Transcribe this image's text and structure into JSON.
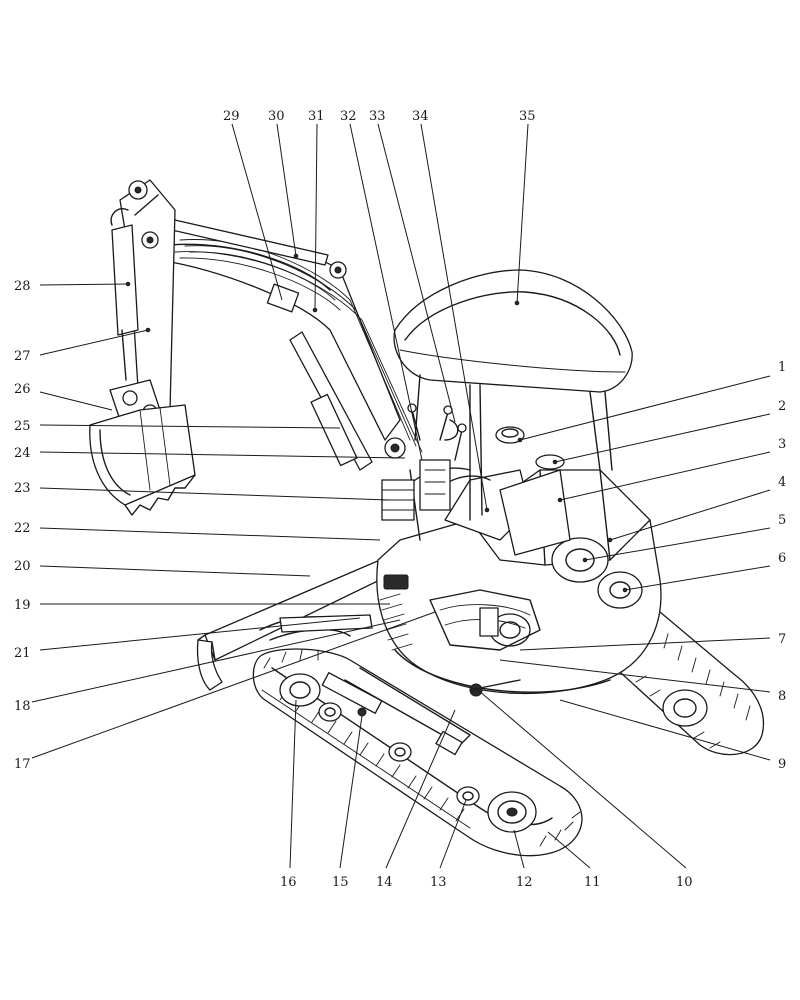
{
  "diagram": {
    "callouts": [
      {
        "id": "1"
      },
      {
        "id": "2"
      },
      {
        "id": "3"
      },
      {
        "id": "4"
      },
      {
        "id": "5"
      },
      {
        "id": "6"
      },
      {
        "id": "7"
      },
      {
        "id": "8"
      },
      {
        "id": "9"
      },
      {
        "id": "10"
      },
      {
        "id": "11"
      },
      {
        "id": "12"
      },
      {
        "id": "13"
      },
      {
        "id": "14"
      },
      {
        "id": "15"
      },
      {
        "id": "16"
      },
      {
        "id": "17"
      },
      {
        "id": "18"
      },
      {
        "id": "19"
      },
      {
        "id": "20"
      },
      {
        "id": "21"
      },
      {
        "id": "22"
      },
      {
        "id": "23"
      },
      {
        "id": "24"
      },
      {
        "id": "25"
      },
      {
        "id": "26"
      },
      {
        "id": "27"
      },
      {
        "id": "28"
      },
      {
        "id": "29"
      },
      {
        "id": "30"
      },
      {
        "id": "31"
      },
      {
        "id": "32"
      },
      {
        "id": "33"
      },
      {
        "id": "34"
      },
      {
        "id": "35"
      }
    ]
  }
}
